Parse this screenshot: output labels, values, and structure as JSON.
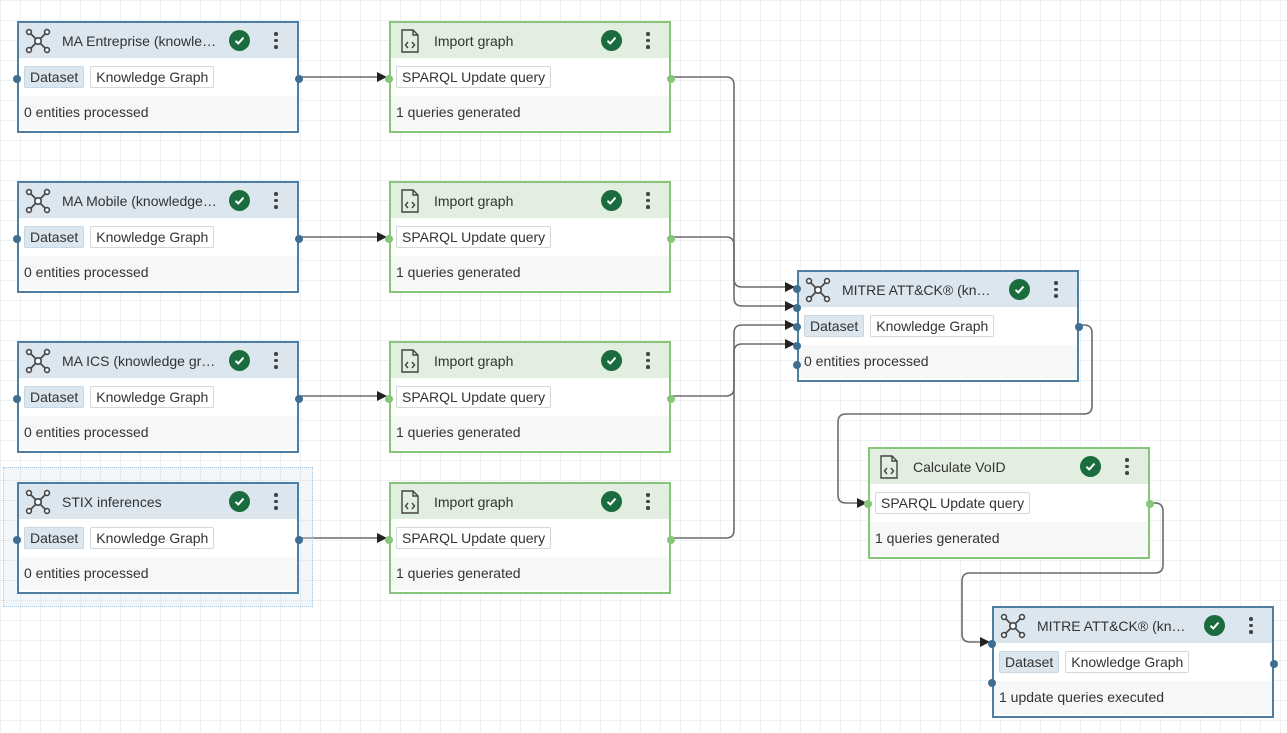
{
  "tags": {
    "dataset": "Dataset",
    "knowledge_graph": "Knowledge Graph",
    "sparql_update": "SPARQL Update query"
  },
  "nodes": {
    "ma_enterprise": {
      "title": "MA Entreprise (knowledge graph)",
      "footer": "0 entities processed"
    },
    "ma_mobile": {
      "title": "MA Mobile (knowledge graph)",
      "footer": "0 entities processed"
    },
    "ma_ics": {
      "title": "MA ICS (knowledge graph)",
      "footer": "0 entities processed"
    },
    "stix": {
      "title": "STIX inferences",
      "footer": "0 entities processed"
    },
    "import_1": {
      "title": "Import graph",
      "footer": "1 queries generated"
    },
    "import_2": {
      "title": "Import graph",
      "footer": "1 queries generated"
    },
    "import_3": {
      "title": "Import graph",
      "footer": "1 queries generated"
    },
    "import_4": {
      "title": "Import graph",
      "footer": "1 queries generated"
    },
    "mitre_1": {
      "title": "MITRE ATT&CK® (knowledge graph)",
      "footer": "0 entities processed"
    },
    "void": {
      "title": "Calculate VoID",
      "footer": "1 queries generated"
    },
    "mitre_2": {
      "title": "MITRE ATT&CK® (knowledge graph)",
      "footer": "1 update queries executed"
    }
  },
  "icons": {
    "dataset": "knowledge-graph-icon",
    "task": "sparql-file-icon",
    "status": "success-check-icon",
    "menu": "more-vertical-icon"
  },
  "colors": {
    "dataset_border": "#4e7fa3",
    "task_border": "#86c57a",
    "success": "#1a6b3e",
    "edge": "#6b6b6b"
  }
}
